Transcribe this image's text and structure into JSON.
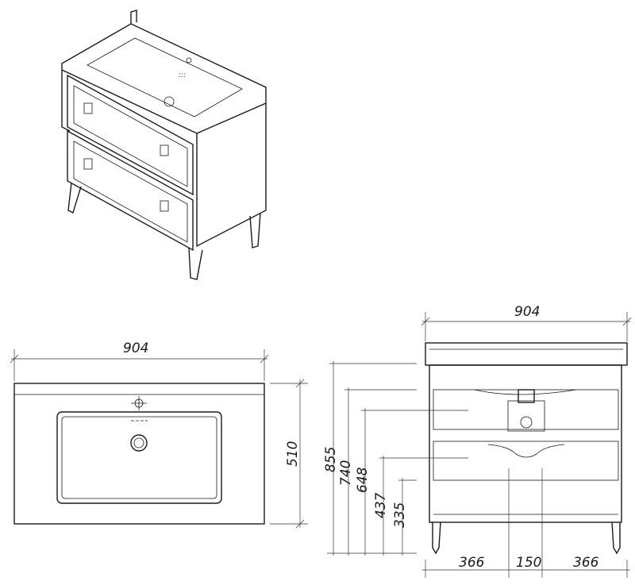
{
  "drawing": {
    "title": "Vanity unit dimensional drawing",
    "top_view": {
      "width": "904",
      "depth": "510"
    },
    "front_view": {
      "width": "904",
      "heights": [
        "855",
        "740",
        "648",
        "437",
        "335"
      ],
      "bottom": [
        "366",
        "150",
        "366"
      ]
    }
  }
}
